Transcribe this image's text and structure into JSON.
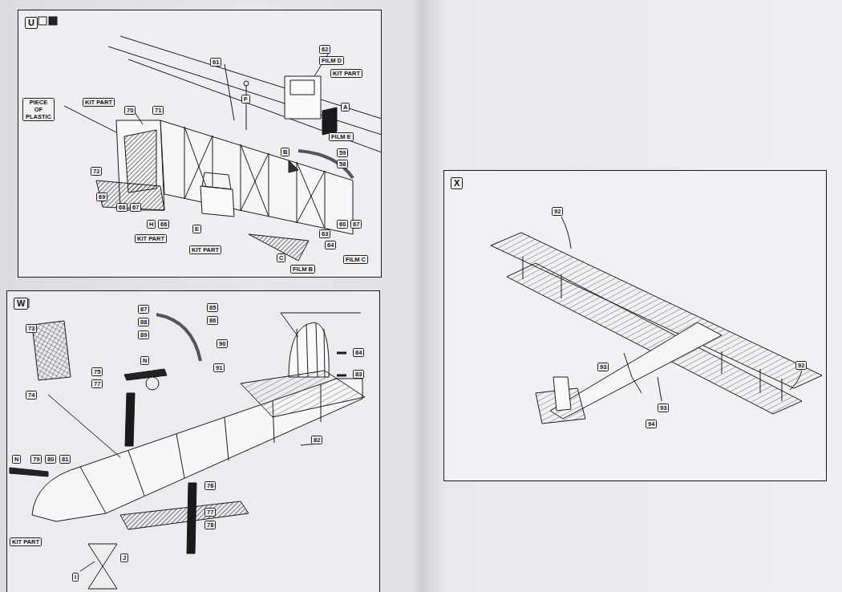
{
  "diagram": {
    "nodes": [
      {
        "text": [
          "U"
        ]
      },
      {
        "text": [
          "W"
        ]
      },
      {
        "text": [
          "X"
        ]
      }
    ],
    "labels": [
      "61",
      "62",
      "FILM D",
      "KIT PART",
      "A",
      "F",
      "PIECE OF PLASTIC",
      "KIT PART",
      "70",
      "71",
      "FILM E",
      "B",
      "59",
      "58",
      "72",
      "69",
      "68",
      "67",
      "H",
      "66",
      "E",
      "KIT PART",
      "KIT PART",
      "63",
      "64",
      "60",
      "67",
      "FILM C",
      "C",
      "FILM B",
      "73",
      "87",
      "88",
      "89",
      "85",
      "86",
      "90",
      "91",
      "75",
      "77",
      "N",
      "84",
      "83",
      "74",
      "82",
      "N",
      "79",
      "80",
      "81",
      "76",
      "77",
      "78",
      "KIT PART",
      "J",
      "I",
      "92",
      "93",
      "93",
      "94",
      "92"
    ]
  }
}
